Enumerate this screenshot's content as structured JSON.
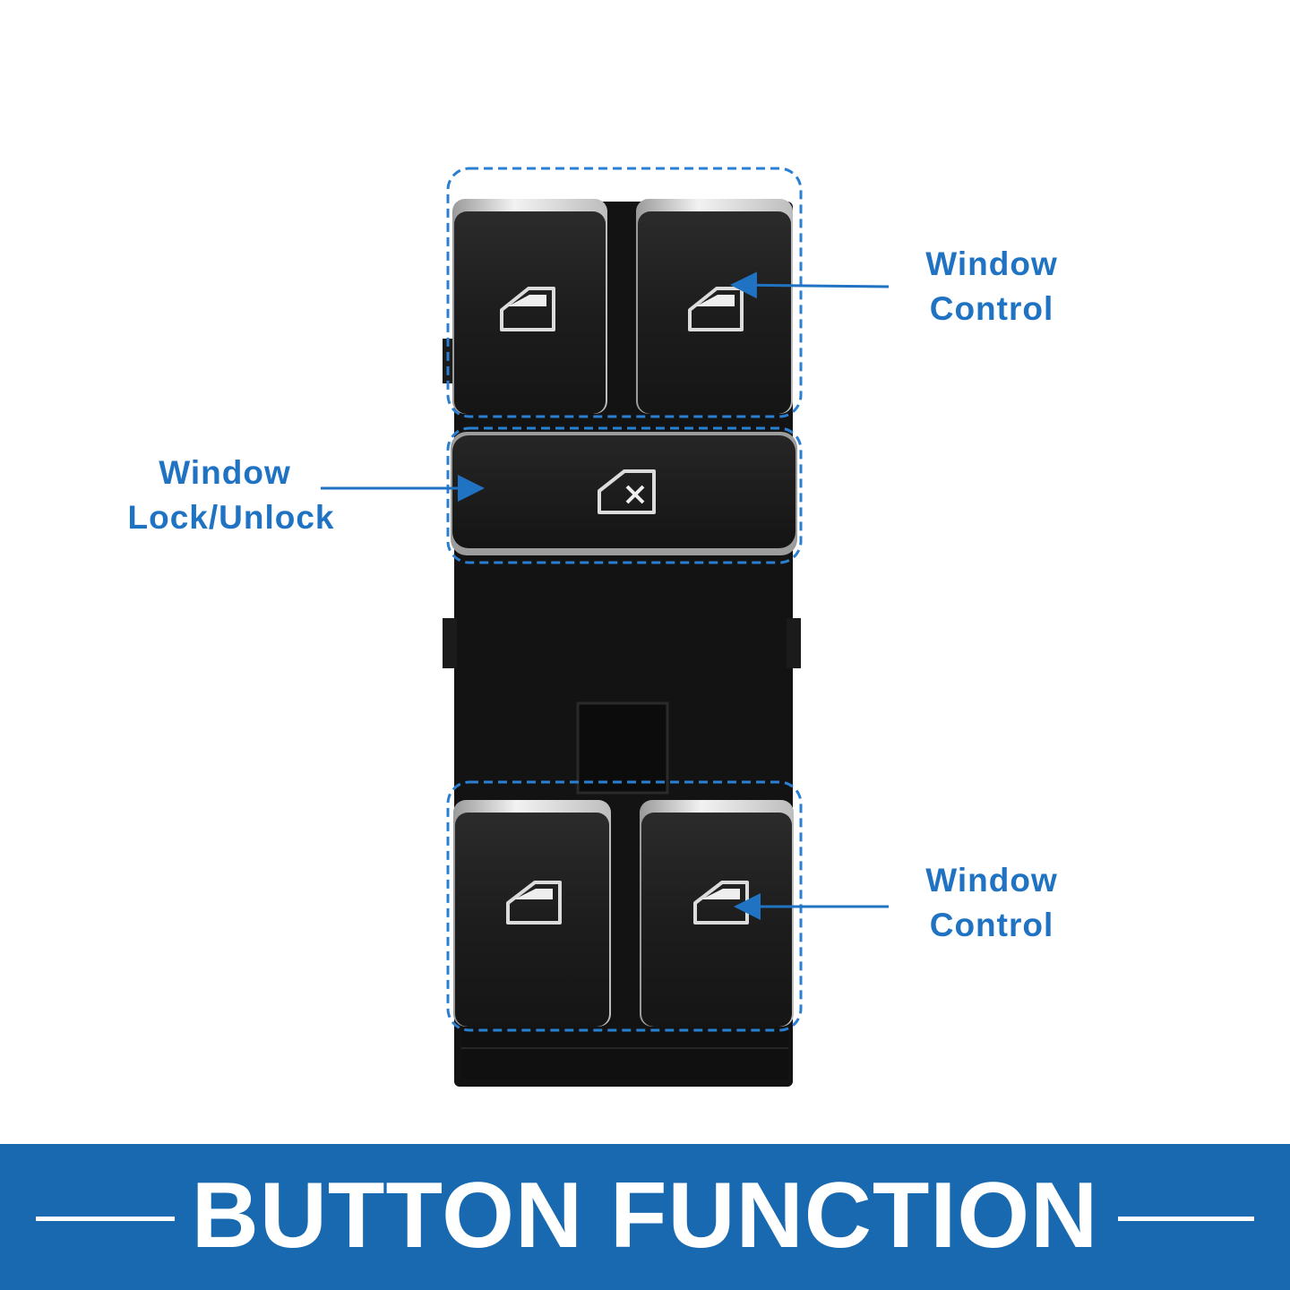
{
  "labels": {
    "top_right": {
      "line1": "Window",
      "line2": "Control"
    },
    "middle_left": {
      "line1": "Window",
      "line2": "Lock/Unlock"
    },
    "bottom_right": {
      "line1": "Window",
      "line2": "Control"
    }
  },
  "banner": {
    "title": "BUTTON FUNCTION"
  },
  "colors": {
    "accent_blue": "#1f73c2",
    "banner_blue": "#1869b0",
    "switch_body": "#141414",
    "button_face": "#1f1f1f"
  },
  "icons": {
    "window_control": "window-door-icon",
    "window_lock": "window-lock-icon"
  }
}
